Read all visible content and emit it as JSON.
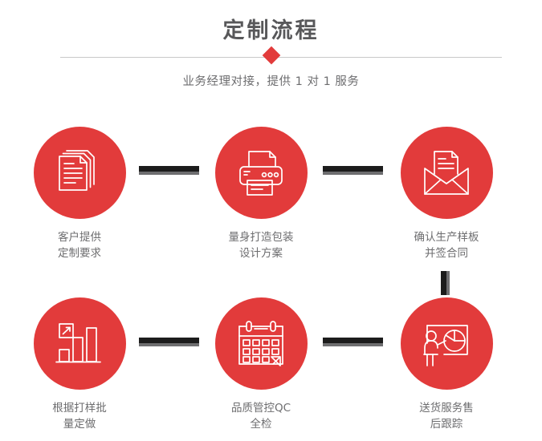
{
  "header": {
    "title": "定制流程",
    "subtitle": "业务经理对接，提供 1 对 1 服务",
    "accent_color": "#e23b3b",
    "divider_color": "#c9c9c9",
    "title_color": "#58585a",
    "subtitle_color": "#6d6d6f"
  },
  "steps": [
    {
      "id": 1,
      "icon": "documents-stack-icon",
      "label": "客户提供\n定制要求"
    },
    {
      "id": 2,
      "icon": "printer-icon",
      "label": "量身打造包装\n设计方案"
    },
    {
      "id": 3,
      "icon": "envelope-letter-icon",
      "label": "确认生产样板\n并签合同"
    },
    {
      "id": 4,
      "icon": "bar-chart-growth-icon",
      "label": "根据打样批\n量定做"
    },
    {
      "id": 5,
      "icon": "calendar-check-icon",
      "label": "品质管控QC\n全检"
    },
    {
      "id": 6,
      "icon": "presentation-pie-chart-icon",
      "label": "送货服务售\n后跟踪"
    }
  ],
  "connectors": {
    "bar_color": "#1c1c1c",
    "shadow_color": "#6e6e70"
  },
  "theme": {
    "circle_color": "#e23b3b",
    "icon_stroke": "#ffffff",
    "background": "#ffffff"
  }
}
